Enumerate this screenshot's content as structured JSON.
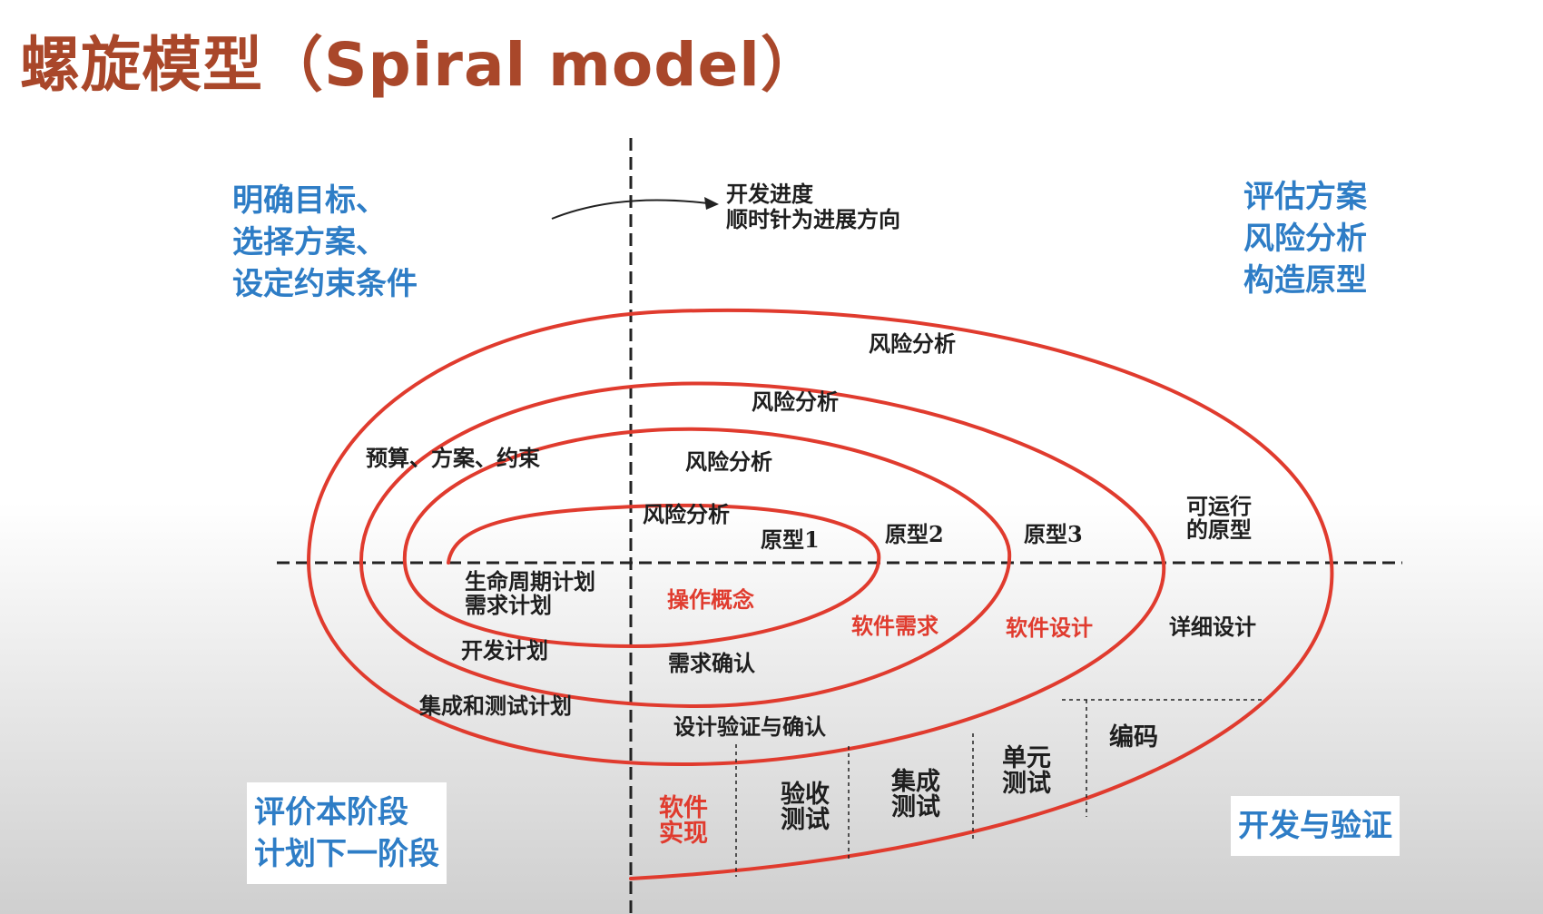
{
  "title": "螺旋模型（Spiral model）",
  "quadrants": {
    "top_left": [
      "明确目标、",
      "选择方案、",
      "设定约束条件"
    ],
    "top_right": [
      "评估方案",
      "风险分析",
      "构造原型"
    ],
    "bottom_left": [
      "评价本阶段",
      "计划下一阶段"
    ],
    "bottom_right": [
      "开发与验证"
    ]
  },
  "direction_note": [
    "开发进度",
    "顺时针为进展方向"
  ],
  "labels": {
    "risk_analysis": "风险分析",
    "budget": "预算、方案、约束",
    "prototype1": "原型1",
    "prototype2": "原型2",
    "prototype3": "原型3",
    "runnable_prototype": [
      "可运行",
      "的原型"
    ],
    "lifecycle_plan": [
      "生命周期计划",
      "需求计划"
    ],
    "dev_plan": "开发计划",
    "integration_test_plan": "集成和测试计划",
    "operation_concept": "操作概念",
    "software_requirements": "软件需求",
    "software_design": "软件设计",
    "detailed_design": "详细设计",
    "requirement_confirm": "需求确认",
    "design_verify": "设计验证与确认",
    "coding": "编码",
    "unit_test": [
      "单元",
      "测试"
    ],
    "integration_test": [
      "集成",
      "测试"
    ],
    "acceptance_test": [
      "验收",
      "测试"
    ],
    "software_impl": [
      "软件",
      "实现"
    ]
  },
  "colors": {
    "title": "#a9472a",
    "quadrant_text": "#2e7dc6",
    "spiral": "#e03b2e",
    "highlight_text": "#e03b2e"
  }
}
